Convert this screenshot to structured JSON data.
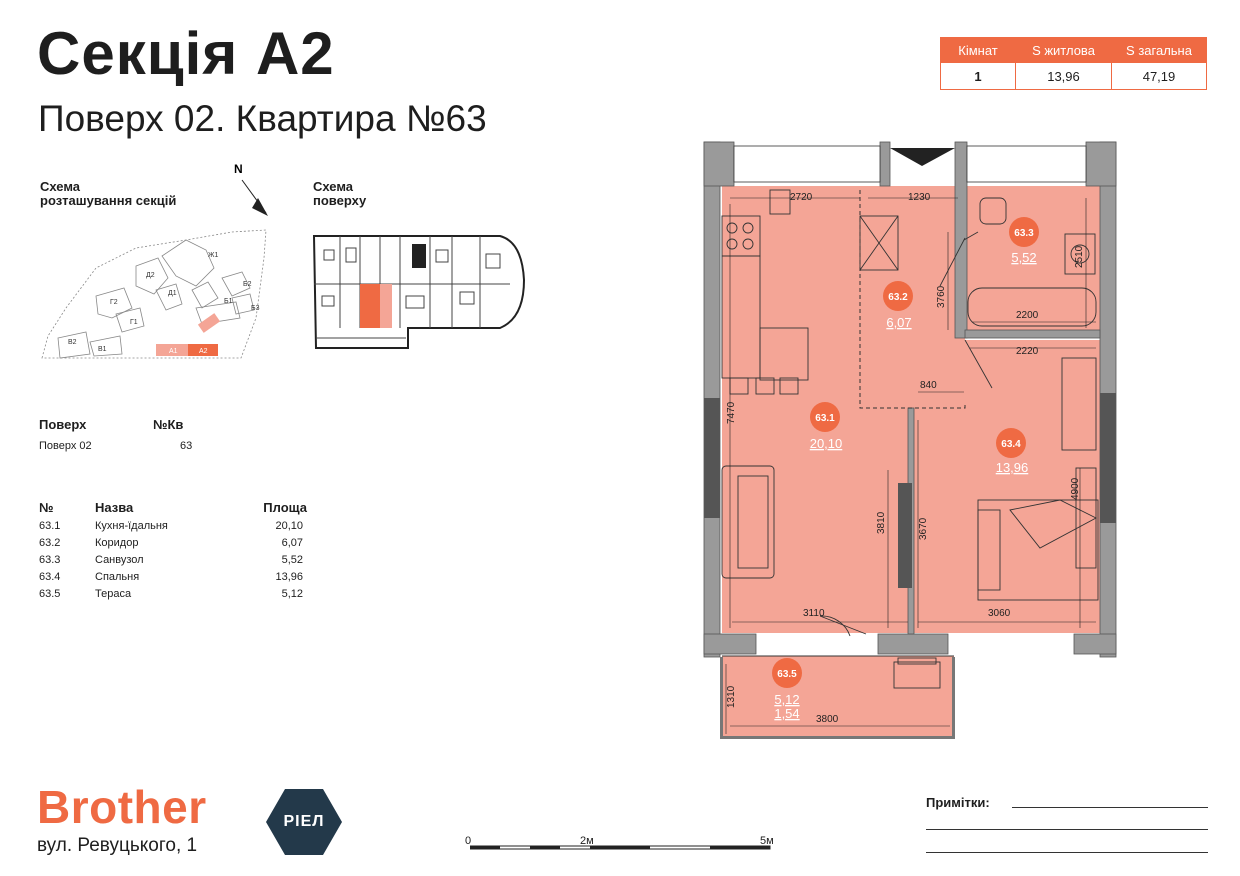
{
  "header": {
    "title": "Секція А2",
    "subtitle": "Поверх 02. Квартира №63"
  },
  "summary_table": {
    "headers": [
      "Кімнат",
      "S житлова",
      "S загальна"
    ],
    "values": [
      "1",
      "13,96",
      "47,19"
    ]
  },
  "schemes": {
    "sections_label_1": "Схема",
    "sections_label_2": "розташування секцій",
    "floor_label_1": "Схема",
    "floor_label_2": "поверху",
    "north": "N",
    "section_tags": [
      "Ж1",
      "Д2",
      "Д1",
      "Г2",
      "Г1",
      "Б2",
      "Б1",
      "Б3",
      "В2",
      "В1",
      "А1",
      "А2"
    ]
  },
  "floor_info": {
    "floor_header": "Поверх",
    "apt_header": "№Кв",
    "floor_value": "Поверх 02",
    "apt_value": "63"
  },
  "rooms_table": {
    "headers": [
      "№",
      "Назва",
      "Площа"
    ],
    "rows": [
      {
        "no": "63.1",
        "name": "Кухня-їдальня",
        "area": "20,10"
      },
      {
        "no": "63.2",
        "name": "Коридор",
        "area": "6,07"
      },
      {
        "no": "63.3",
        "name": "Санвузол",
        "area": "5,52"
      },
      {
        "no": "63.4",
        "name": "Спальня",
        "area": "13,96"
      },
      {
        "no": "63.5",
        "name": "Тераса",
        "area": "5,12"
      }
    ]
  },
  "plan": {
    "rooms": [
      {
        "id": "63.1",
        "area": "20,10"
      },
      {
        "id": "63.2",
        "area": "6,07"
      },
      {
        "id": "63.3",
        "area": "5,52"
      },
      {
        "id": "63.4",
        "area": "13,96"
      },
      {
        "id": "63.5",
        "area": "5,12",
        "area2": "1,54"
      }
    ],
    "dimensions": [
      "2720",
      "1230",
      "3760",
      "2510",
      "2200",
      "2220",
      "840",
      "7470",
      "3810",
      "3670",
      "4900",
      "3110",
      "3060",
      "1310",
      "3800"
    ]
  },
  "scale": {
    "zero": "0",
    "mid": "2м",
    "end": "5м"
  },
  "footer": {
    "brand": "Brother",
    "badge": "РІЕЛ",
    "address": "вул. Ревуцького, 1",
    "notes_label": "Примітки:"
  },
  "colors": {
    "accent": "#ef6a43",
    "room_fill": "#f4a596",
    "badge_bg": "#23394a"
  }
}
